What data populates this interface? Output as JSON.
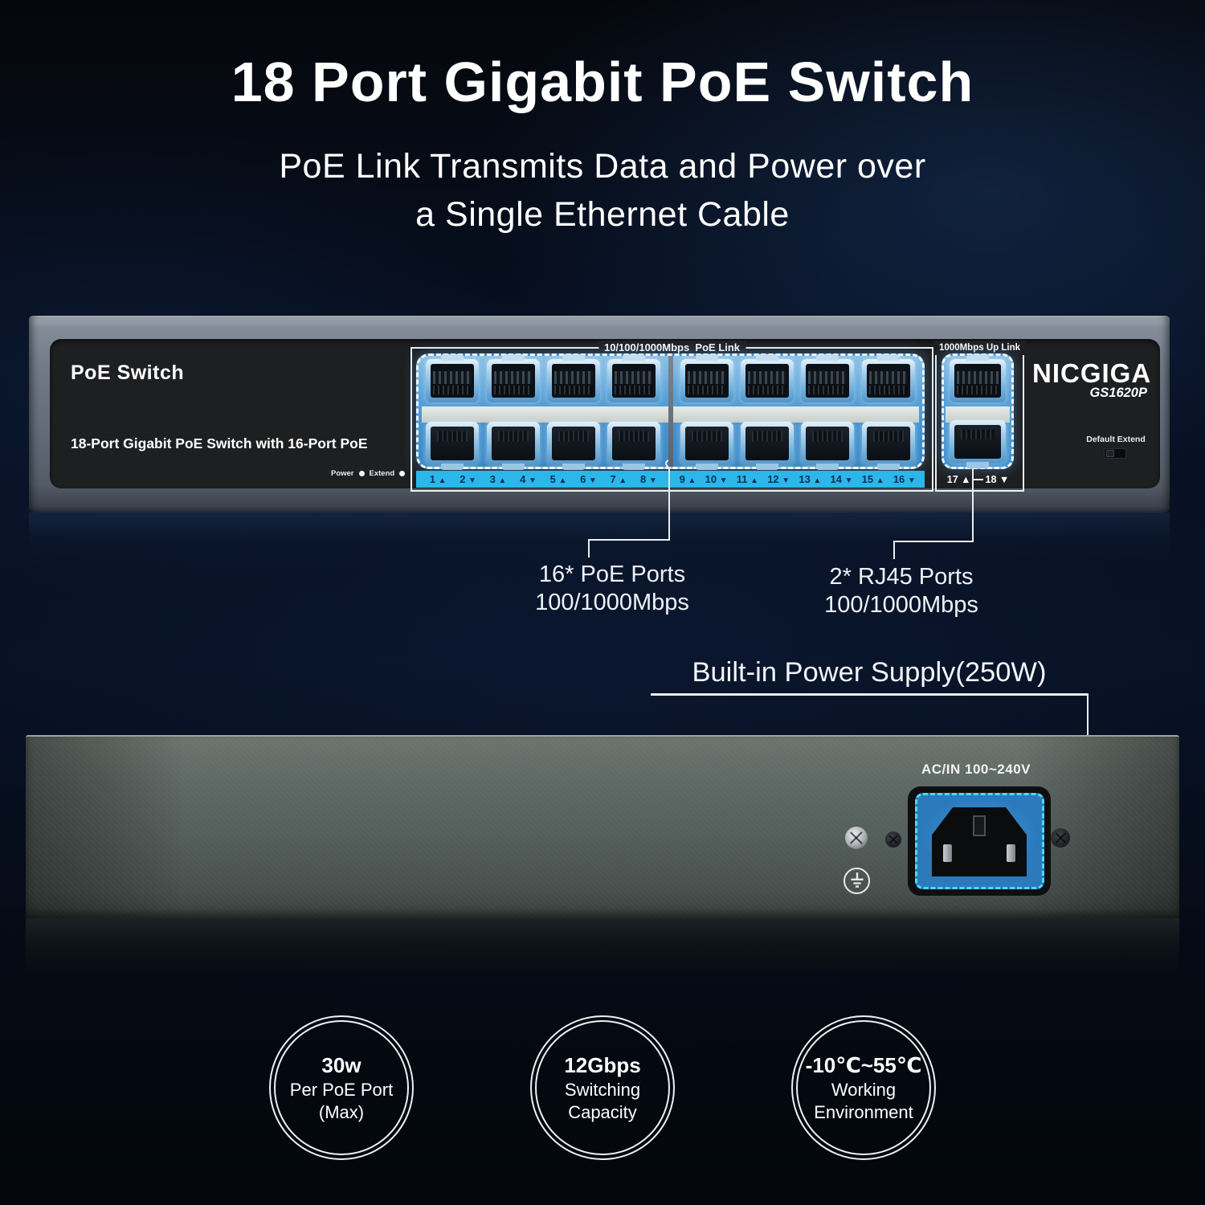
{
  "header": {
    "title": "18 Port Gigabit PoE Switch",
    "subtitle_line1": "PoE Link Transmits Data and Power over",
    "subtitle_line2": "a Single Ethernet Cable"
  },
  "front_switch": {
    "label": "PoE Switch",
    "sublabel": "18-Port Gigabit PoE Switch with 16-Port PoE",
    "power_led_label": "Power",
    "extend_led_label": "Extend",
    "poe_group_label": "10/100/1000Mbps  PoE Link",
    "uplink_group_label": "1000Mbps Up Link",
    "brand": "NICGIGA",
    "model": "GS1620P",
    "default_extend_label": "Default Extend",
    "port_numbers": [
      {
        "n": "1",
        "a": "▲"
      },
      {
        "n": "2",
        "a": "▼"
      },
      {
        "n": "3",
        "a": "▲"
      },
      {
        "n": "4",
        "a": "▼"
      },
      {
        "n": "5",
        "a": "▲"
      },
      {
        "n": "6",
        "a": "▼"
      },
      {
        "n": "7",
        "a": "▲"
      },
      {
        "n": "8",
        "a": "▼"
      },
      {
        "n": "9",
        "a": "▲"
      },
      {
        "n": "10",
        "a": "▼"
      },
      {
        "n": "11",
        "a": "▲"
      },
      {
        "n": "12",
        "a": "▼"
      },
      {
        "n": "13",
        "a": "▲"
      },
      {
        "n": "14",
        "a": "▼"
      },
      {
        "n": "15",
        "a": "▲"
      },
      {
        "n": "16",
        "a": "▼"
      }
    ],
    "uplink_port_numbers": [
      {
        "n": "17",
        "a": "▲"
      },
      {
        "n": "18",
        "a": "▼"
      }
    ]
  },
  "annotations": {
    "poe_ports_line1": "16* PoE Ports",
    "poe_ports_line2": "100/1000Mbps",
    "rj45_ports_line1": "2* RJ45 Ports",
    "rj45_ports_line2": "100/1000Mbps",
    "power_supply": "Built-in Power Supply(250W)"
  },
  "back_switch": {
    "ac_input_label": "AC/IN 100~240V"
  },
  "badges": [
    {
      "value": "30w",
      "line1": "Per PoE Port",
      "line2": "(Max)"
    },
    {
      "value": "12Gbps",
      "line1": "Switching",
      "line2": "Capacity"
    },
    {
      "value": "-10℃~55℃",
      "line1": "Working",
      "line2": "Environment"
    }
  ],
  "colors": {
    "port_highlight_blue": "#4291cd",
    "port_strip_cyan": "#2bb7e9",
    "inlet_dash_cyan": "#4fd8f5",
    "callout_white": "#e9eef3",
    "front_chassis_gray": "#6b7380",
    "back_chassis_gray": "#525c58"
  }
}
